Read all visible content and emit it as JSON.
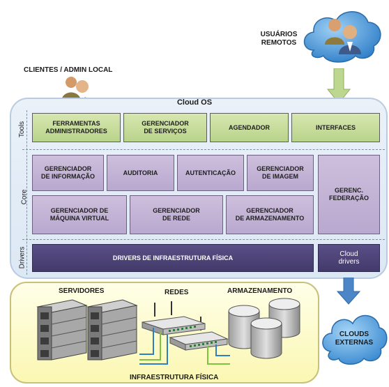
{
  "labels": {
    "usuarios_line1": "USUÁRIOS",
    "usuarios_line2": "REMOTOS",
    "clientes": "CLIENTES / ADMIN LOCAL",
    "cloud_os": "Cloud OS",
    "clouds_externas_line1": "CLOUDS",
    "clouds_externas_line2": "EXTERNAS"
  },
  "layers": {
    "tools": "Tools",
    "core": "Core",
    "drivers": "Drivers"
  },
  "tools": {
    "ferramentas": "FERRAMENTAS\nADMINISTRADORES",
    "gerenciador_servicos": "GERENCIADOR\nDE SERVIÇOS",
    "agendador": "AGENDADOR",
    "interfaces": "INTERFACES"
  },
  "core": {
    "informacao": "GERENCIADOR\nDE INFORMAÇÃO",
    "auditoria": "AUDITORIA",
    "autenticacao": "AUTENTICAÇÃO",
    "imagem": "GERENCIADOR\nDE IMAGEM",
    "federacao": "GERENC.\nFEDERAÇÃO",
    "maquina_virtual": "GERENCIADOR DE\nMÁQUINA VIRTUAL",
    "rede": "GERENCIADOR\nDE REDE",
    "armazenamento": "GERENCIADOR\nDE ARMAZENAMENTO"
  },
  "drivers": {
    "infra": "DRIVERS DE INFRAESTRUTURA FÍSICA",
    "cloud_line1": "Cloud",
    "cloud_line2": "drivers"
  },
  "infra": {
    "servidores": "SERVIDORES",
    "redes": "REDES",
    "armazenamento": "ARMAZENAMENTO",
    "title": "INFRAESTRUTURA FÍSICA"
  },
  "colors": {
    "tools_green": "#c6dc9c",
    "core_purple": "#c4b4d6",
    "drivers_dark": "#4e4478",
    "panel_blue": "#e3ecf6",
    "infra_yellow": "#fdf9c4",
    "arrow_green": "#bcd78f",
    "arrow_blue": "#4c86c6"
  },
  "icons": [
    "people-icon",
    "user-group-cloud-icon",
    "server-rack-icon",
    "network-switch-icon",
    "storage-disk-icon",
    "cloud-icon",
    "arrow-down-icon"
  ]
}
